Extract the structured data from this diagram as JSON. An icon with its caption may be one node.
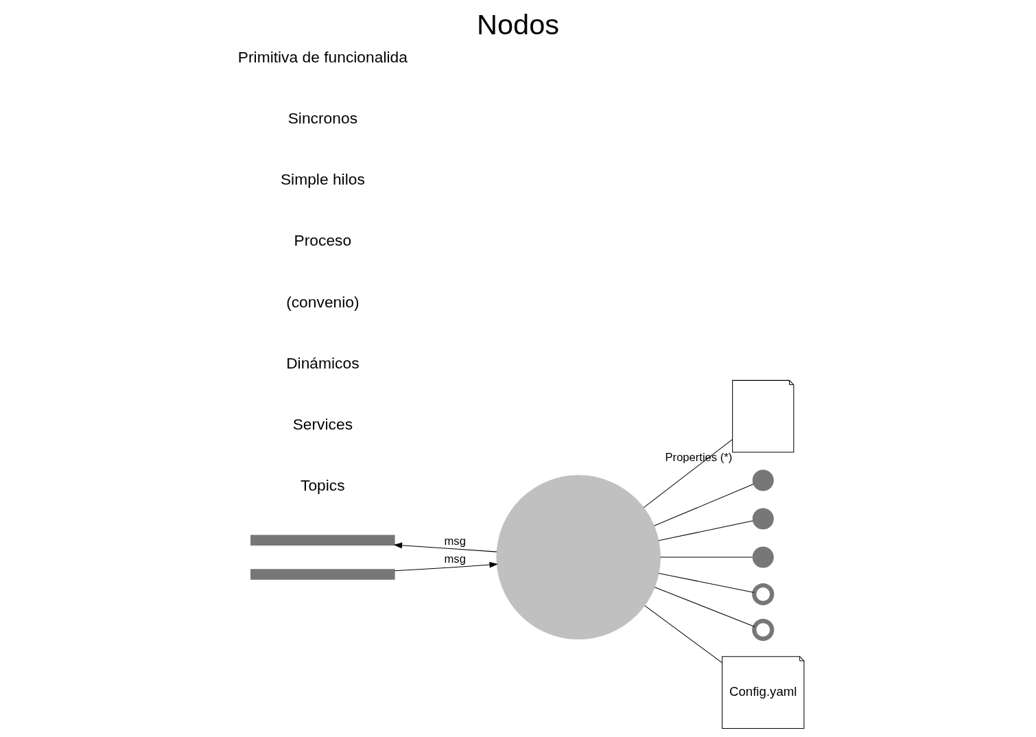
{
  "diagram": {
    "title": "Nodos",
    "nodes": [
      {
        "text": [],
        "shape": "circle"
      },
      {
        "text": [],
        "shape": "document",
        "beside": [
          "Properties (*)"
        ]
      },
      {
        "text": [],
        "shape": "circle"
      },
      {
        "text": [],
        "shape": "circle"
      },
      {
        "text": [],
        "shape": "circle"
      },
      {
        "text": [],
        "shape": "arc"
      },
      {
        "text": [],
        "shape": "arc"
      },
      {
        "text": [
          "Config.yaml"
        ]
      },
      {
        "text": [],
        "shape": "bar"
      },
      {
        "text": [],
        "shape": "bar"
      }
    ],
    "edges": [
      {
        "from": 0,
        "to": 1,
        "arrow": "none"
      },
      {
        "from": 0,
        "to": 2,
        "arrow": "none"
      },
      {
        "from": 0,
        "to": 3,
        "arrow": "none"
      },
      {
        "from": 0,
        "to": 4,
        "arrow": "none"
      },
      {
        "from": 0,
        "to": 5,
        "arrow": "none"
      },
      {
        "from": 0,
        "to": 6,
        "arrow": "none"
      },
      {
        "from": 0,
        "to": 7,
        "arrow": "none"
      },
      {
        "from": 0,
        "to": 8,
        "arrow": "to",
        "label": "msg"
      },
      {
        "from": 9,
        "to": 0,
        "arrow": "to",
        "label": "msg"
      }
    ],
    "labels": [
      "Primitiva de funcionalida",
      "Sincronos",
      "Simple hilos",
      "Proceso",
      "(convenio)",
      "Dinámicos",
      "Services",
      "Topics"
    ]
  }
}
